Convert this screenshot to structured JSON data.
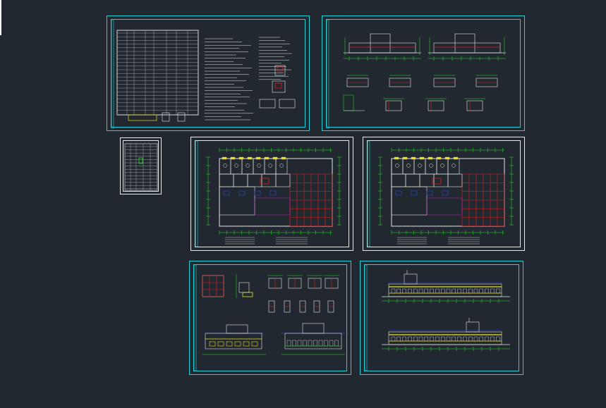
{
  "canvas": {
    "background": "#212830"
  },
  "colors": {
    "frame_cyan": "#1fd0d8",
    "frame_white": "#e8e8e8",
    "line_green": "#22e822",
    "line_white": "#e6e6e6",
    "grid_red": "#e02020",
    "accent_yellow": "#f0e020",
    "accent_blue": "#2a48e0",
    "accent_magenta": "#e020e0"
  },
  "sheets": [
    {
      "id": "sheet-design-notes",
      "kind": "notes-and-schedule"
    },
    {
      "id": "sheet-elevations-sections",
      "kind": "elevations-and-sections"
    },
    {
      "id": "sheet-door-window-table",
      "kind": "table"
    },
    {
      "id": "sheet-floor-plan-1",
      "kind": "floor-plan"
    },
    {
      "id": "sheet-floor-plan-2",
      "kind": "floor-plan"
    },
    {
      "id": "sheet-details-elevations",
      "kind": "details"
    },
    {
      "id": "sheet-long-elevations",
      "kind": "elevations"
    }
  ]
}
